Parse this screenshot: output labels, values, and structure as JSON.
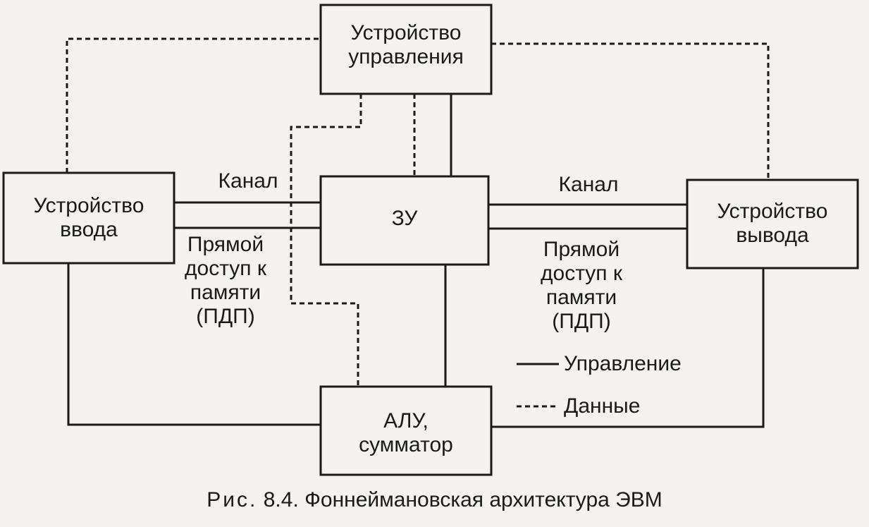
{
  "blocks": {
    "control_unit": [
      "Устройство",
      "управления"
    ],
    "input_device": [
      "Устройство",
      "ввода"
    ],
    "memory": "ЗУ",
    "output_device": [
      "Устройство",
      "вывода"
    ],
    "alu": [
      "АЛУ,",
      "сумматор"
    ]
  },
  "links": {
    "channel_left": "Канал",
    "channel_right": "Канал",
    "dma_left": [
      "Прямой",
      "доступ к",
      "памяти",
      "(ПДП)"
    ],
    "dma_right": [
      "Прямой",
      "доступ к",
      "памяти",
      "(ПДП)"
    ]
  },
  "legend": {
    "control": "Управление",
    "data": "Данные"
  },
  "caption": {
    "lead": "Рис.",
    "text": "8.4. Фоннеймановская архитектура ЭВМ"
  }
}
